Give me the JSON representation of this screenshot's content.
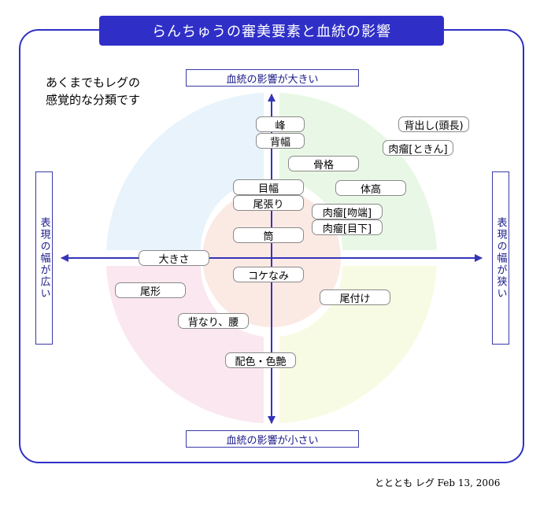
{
  "title": "らんちゅうの審美要素と血統の影響",
  "note": [
    "あくまでもレグの",
    "感覚的な分類です"
  ],
  "axes": {
    "top": "血統の影響が大きい",
    "bottom": "血統の影響が小さい",
    "left": "表現の幅が広い",
    "right": "表現の幅が狭い"
  },
  "elements": {
    "mine": "峰",
    "sehaba": "背幅",
    "kokkaku": "骨格",
    "mehaba": "目幅",
    "obari": "尾張り",
    "tsutsu": "筒",
    "taikou": "体高",
    "desashi": "背出し(頭長)",
    "nikuryu_tokin": "肉瘤[ときん]",
    "nikuryu_funtan": "肉瘤[吻端]",
    "nikuryu_meshita": "肉瘤[目下]",
    "ookisa": "大きさ",
    "kokenami": "コケなみ",
    "ogata": "尾形",
    "otsuke": "尾付け",
    "senari": "背なり、腰",
    "haishoku": "配色・色艶"
  },
  "footer": "とととも レグ  Feb 13, 2006",
  "colors": {
    "frame": "#2f2fc8",
    "axis": "#3535b8",
    "quadrant_top_left": "#e8f3fb",
    "quadrant_top_right": "#e9f8e6",
    "quadrant_bottom_left": "#fbe7ef",
    "quadrant_bottom_right": "#f8fbe3",
    "center": "#fbe9e4"
  }
}
